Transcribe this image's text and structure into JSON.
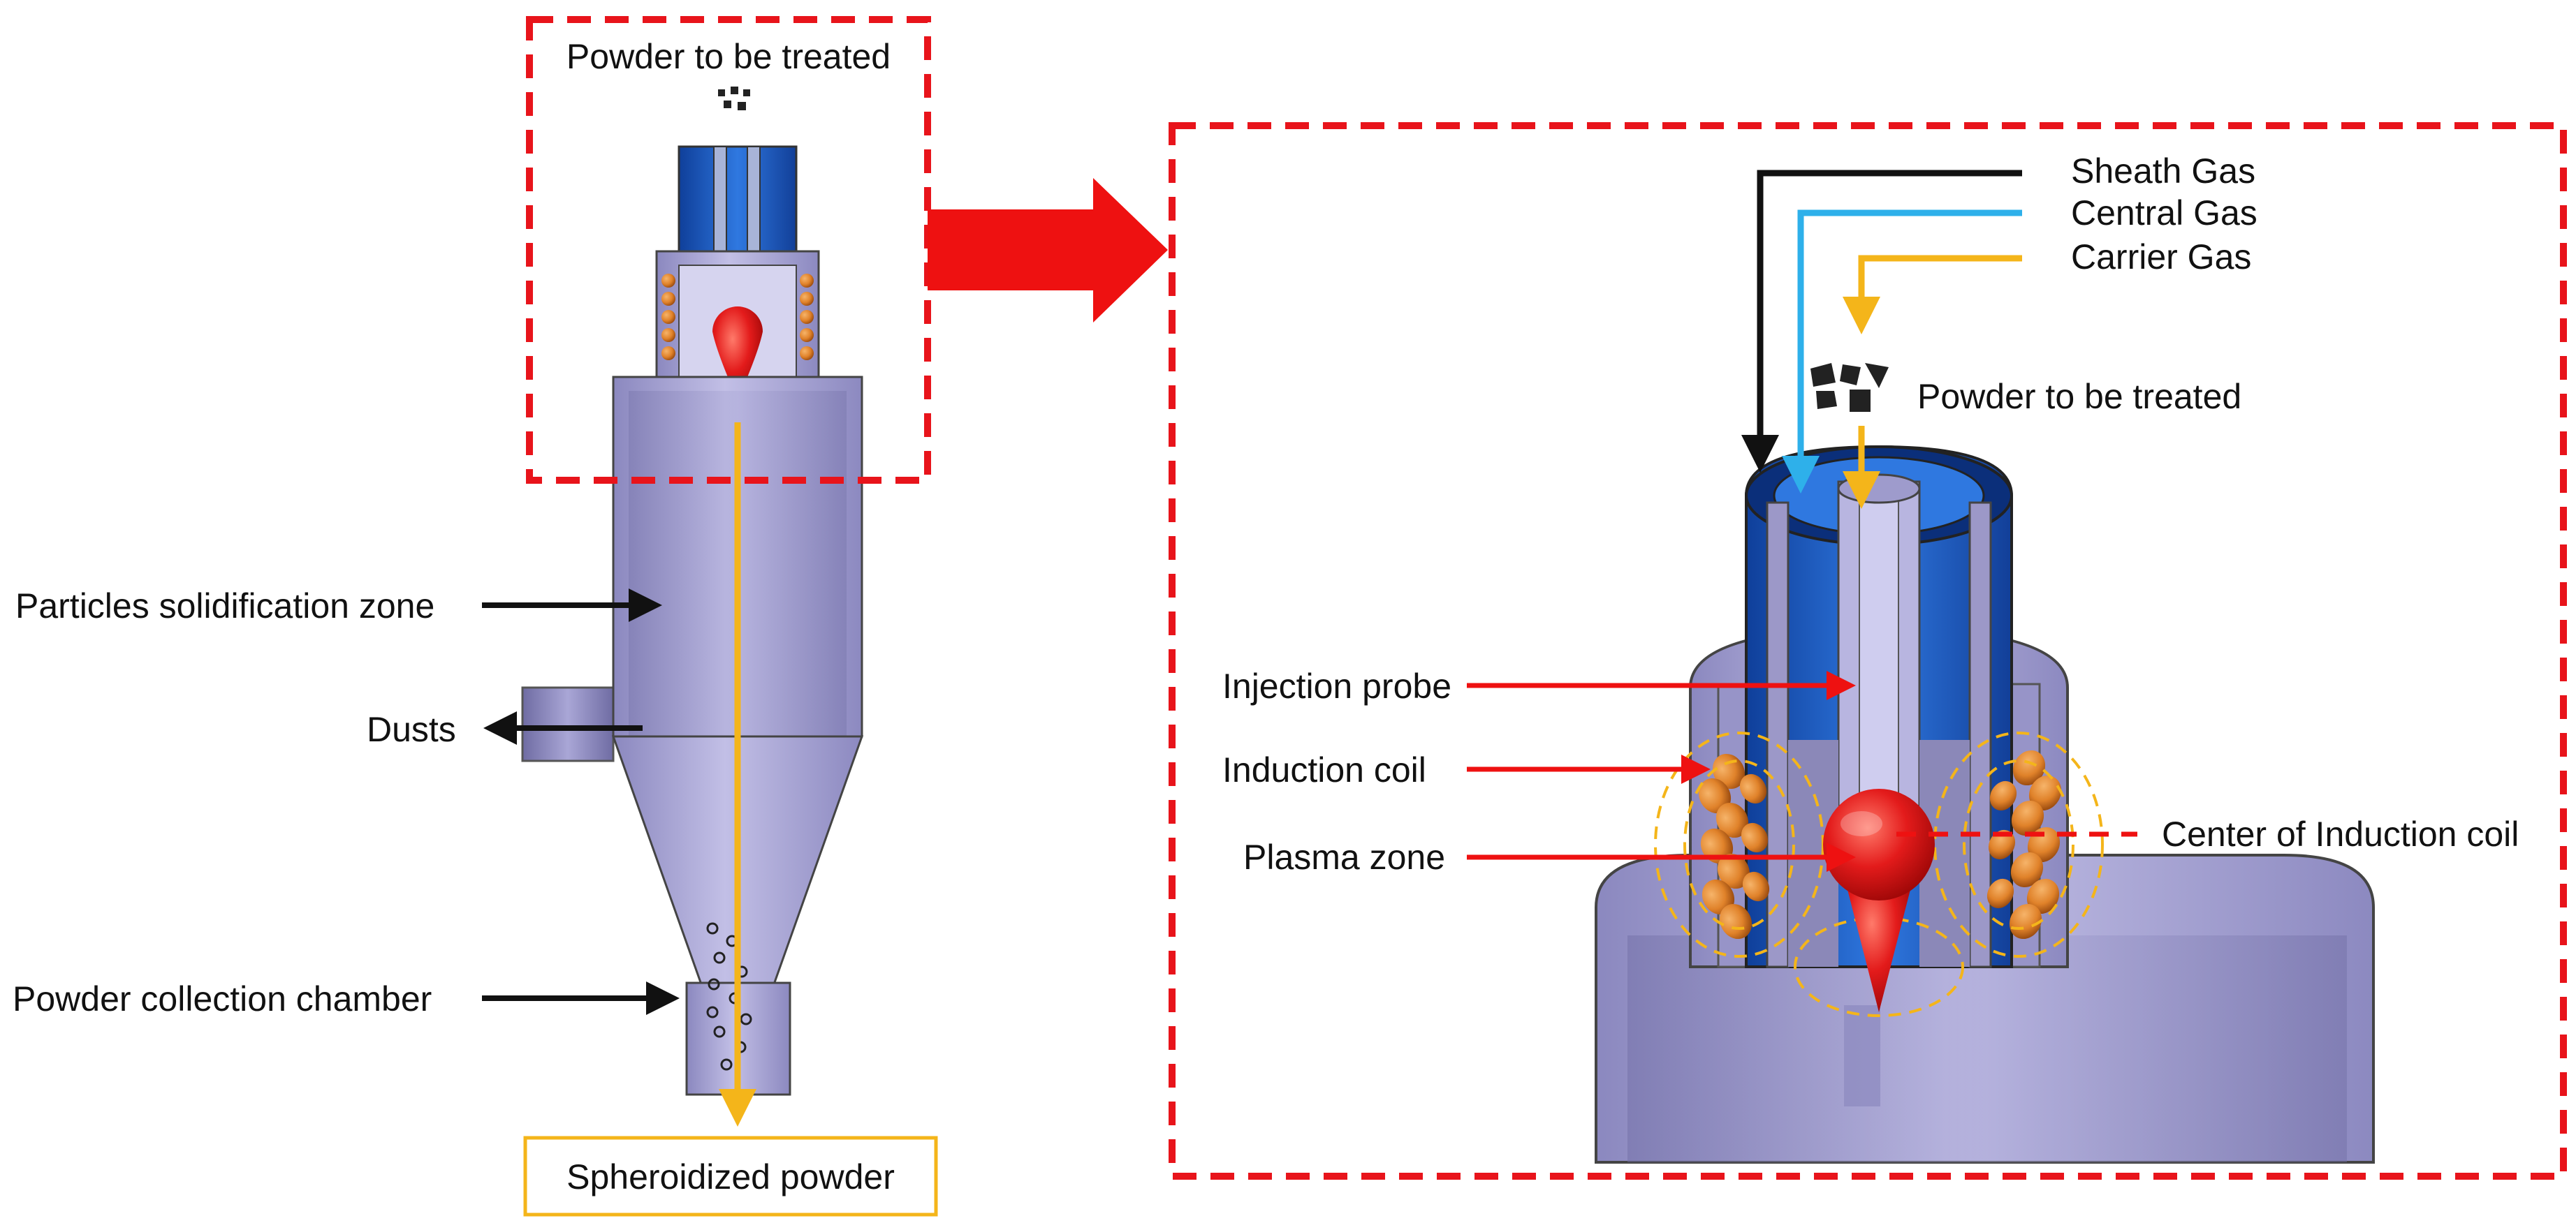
{
  "labels": {
    "powder_top": "Powder to be treated",
    "solidification": "Particles solidification zone",
    "dusts": "Dusts",
    "collection": "Powder collection chamber",
    "spheroidized": "Spheroidized powder",
    "sheath": "Sheath Gas",
    "central": "Central Gas",
    "carrier": "Carrier Gas",
    "powder_detail": "Powder to be treated",
    "injection": "Injection probe",
    "coil": "Induction coil",
    "plasma": "Plasma zone",
    "center_coil": "Center of Induction coil"
  },
  "colors": {
    "frame_red": "#e8141b",
    "arrow_red": "#ee1111",
    "gas_black": "#111111",
    "gas_blue": "#2eb0ea",
    "gas_yellow": "#f4b51a",
    "body_lavender": "#a9a6d6",
    "tube_blue": "#1f5fc8",
    "coil_orange": "#e0822a",
    "plasma_red": "#e31b1b"
  }
}
